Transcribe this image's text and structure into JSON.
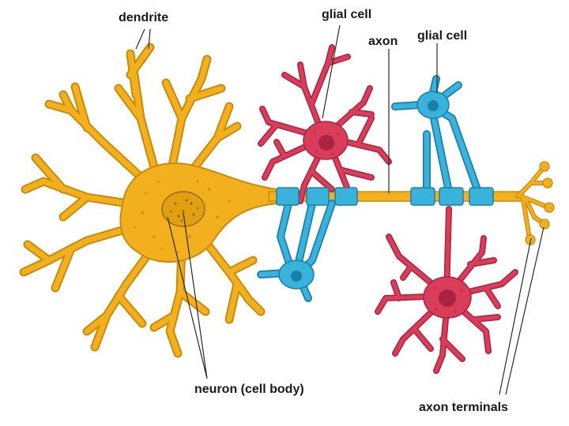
{
  "labels": {
    "dendrite": "dendrite",
    "glial_cell_left": "glial cell",
    "axon": "axon",
    "glial_cell_right": "glial cell",
    "neuron_cell_body": "neuron (cell body)",
    "axon_terminals": "axon terminals"
  },
  "colors": {
    "neuron": "#f2b01f",
    "neuron_outline": "#c98a0c",
    "nucleus": "#e0a010",
    "glial_red": "#d93d5a",
    "glial_red_outline": "#a82440",
    "glial_blue": "#39b2dc",
    "glial_blue_outline": "#1c7fa8",
    "label_text": "#1a1a1a",
    "background": "#ffffff"
  }
}
